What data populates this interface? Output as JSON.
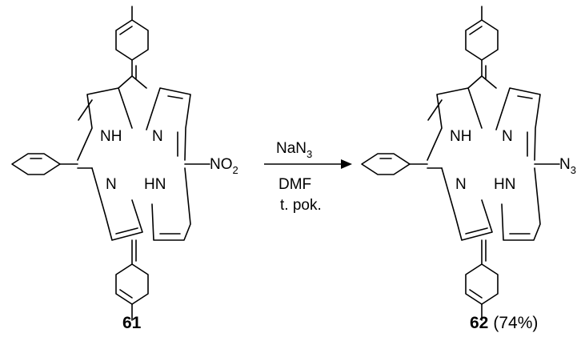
{
  "reaction": {
    "reagent_base": "NaN",
    "reagent_sub": "3",
    "solvent": "DMF",
    "temperature": "t. pok."
  },
  "starting_material": {
    "compound_number": "61",
    "label_nh": "NH",
    "label_n": "N",
    "label_n2": "N",
    "label_hn": "HN",
    "substituent_base": "NO",
    "substituent_sub": "2"
  },
  "product": {
    "compound_number": "62",
    "yield": "(74%)",
    "label_nh": "NH",
    "label_n": "N",
    "label_n2": "N",
    "label_hn": "HN",
    "substituent_base": "N",
    "substituent_sub": "3"
  }
}
